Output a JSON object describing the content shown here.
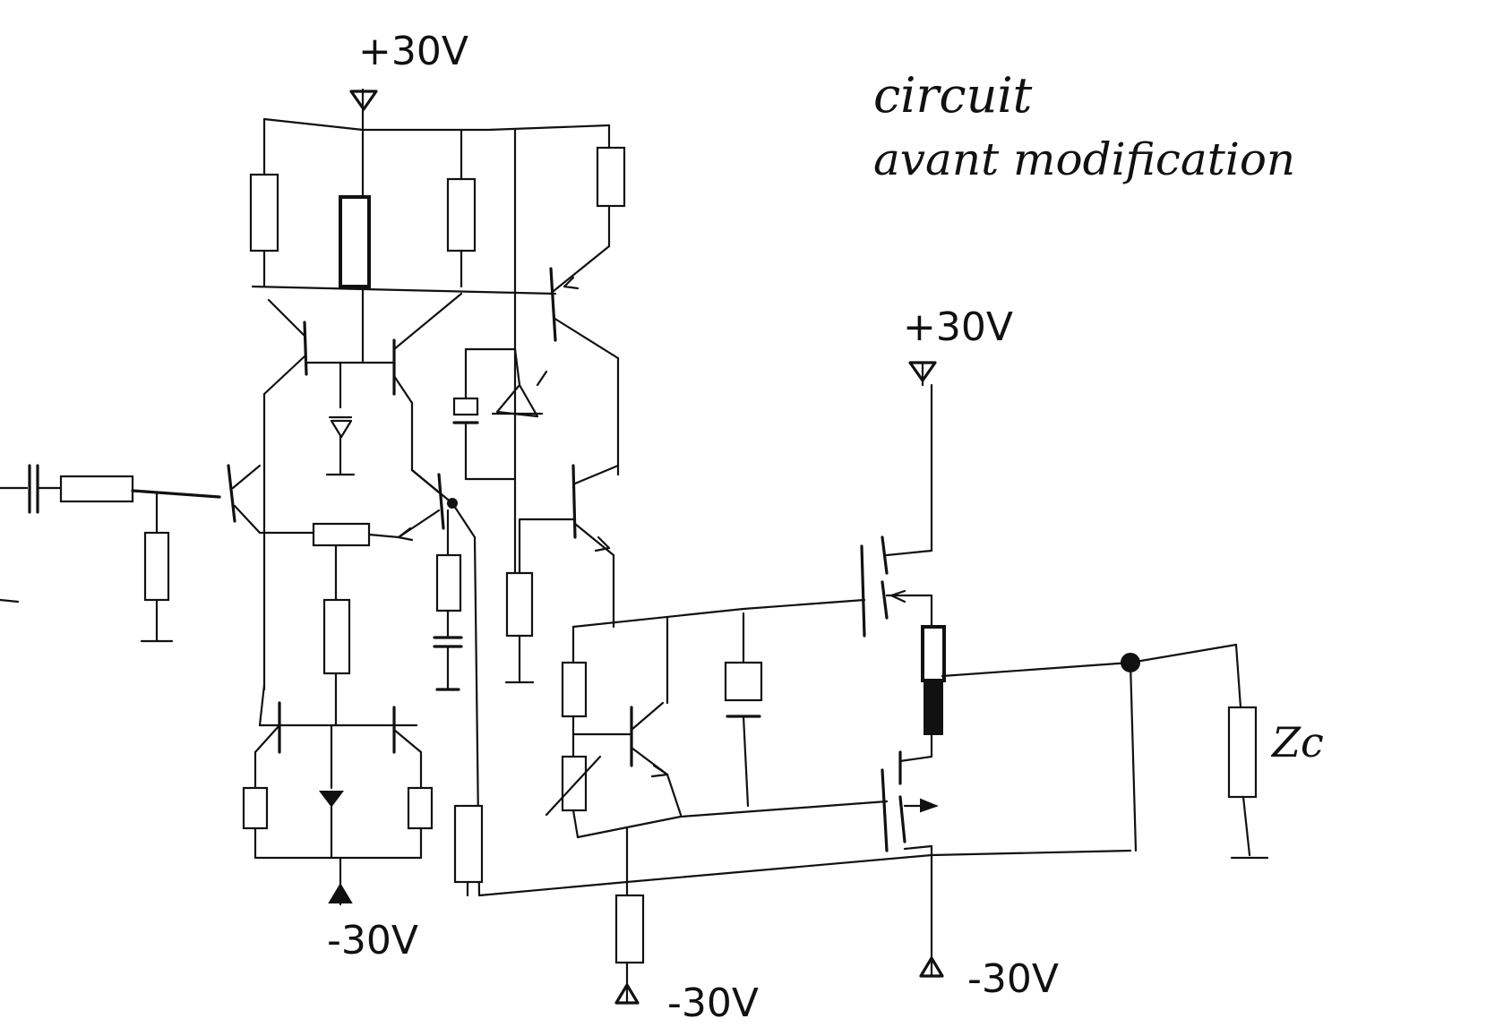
{
  "title": {
    "line1": "circuit",
    "line2": "avant modification"
  },
  "labels": {
    "supply_top_left": "+30V",
    "supply_top_right": "+30V",
    "supply_bottom_left": "-30V",
    "supply_bottom_middle": "-30V",
    "supply_bottom_right": "-30V",
    "load": "Zc"
  }
}
